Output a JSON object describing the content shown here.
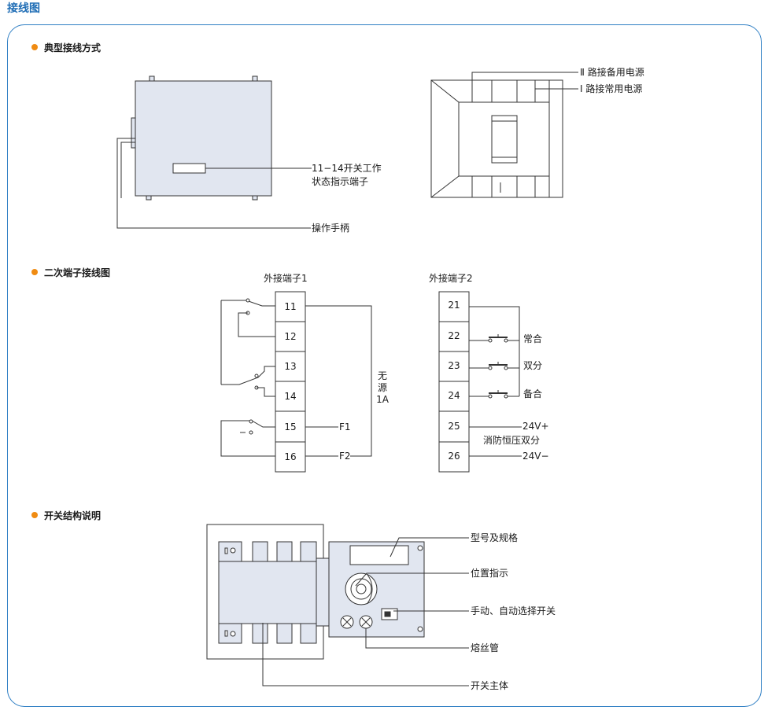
{
  "title": "接线图",
  "sections": {
    "typical": "典型接线方式",
    "secondary": "二次端子接线图",
    "structure": "开关结构说明"
  },
  "typical": {
    "label_status": [
      "11−14开关工作",
      "状态指示端子"
    ],
    "label_handle": "操作手柄",
    "label_source2": "Ⅱ 路接备用电源",
    "label_source1": "Ⅰ 路接常用电源"
  },
  "terminal1": {
    "title": "外接端子1",
    "numbers": [
      "11",
      "12",
      "13",
      "14",
      "15",
      "16"
    ],
    "f1": "F1",
    "f2": "F2",
    "passive": [
      "无",
      "源",
      "1A"
    ]
  },
  "terminal2": {
    "title": "外接端子2",
    "numbers": [
      "21",
      "22",
      "23",
      "24",
      "25",
      "26"
    ],
    "changhe": "常合",
    "shuangfen": "双分",
    "beihe": "备合",
    "v_plus": "24V+",
    "fire": "消防恒压双分",
    "v_minus": "24V−"
  },
  "structure": {
    "model": "型号及规格",
    "position": "位置指示",
    "selector": "手动、自动选择开关",
    "fuse": "熔丝管",
    "body": "开关主体"
  }
}
